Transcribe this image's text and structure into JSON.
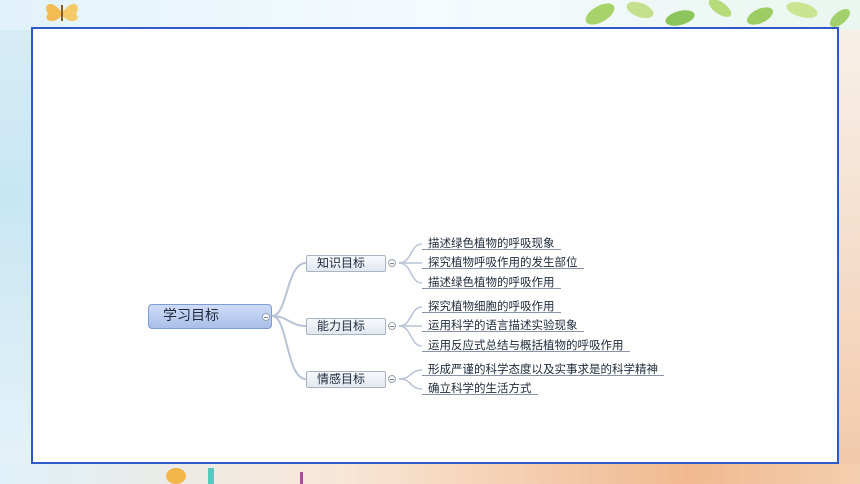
{
  "mindmap": {
    "root": "学习目标",
    "branches": [
      {
        "label": "知识目标",
        "leaves": [
          "描述绿色植物的呼吸现象",
          "探究植物呼吸作用的发生部位",
          "描述绿色植物的呼吸作用"
        ]
      },
      {
        "label": "能力目标",
        "leaves": [
          "探究植物细胞的呼吸作用",
          "运用科学的语言描述实验现象",
          "运用反应式总结与概括植物的呼吸作用"
        ]
      },
      {
        "label": "情感目标",
        "leaves": [
          "形成严谨的科学态度以及实事求是的科学精神",
          "确立科学的生活方式"
        ]
      }
    ]
  },
  "colors": {
    "slide_border": "#2f58c8",
    "root_fill": "#a9bfe9",
    "connector": "#b8c3d6"
  },
  "icons": [
    "butterfly-icon",
    "leaf-icon",
    "collapse-icon"
  ]
}
